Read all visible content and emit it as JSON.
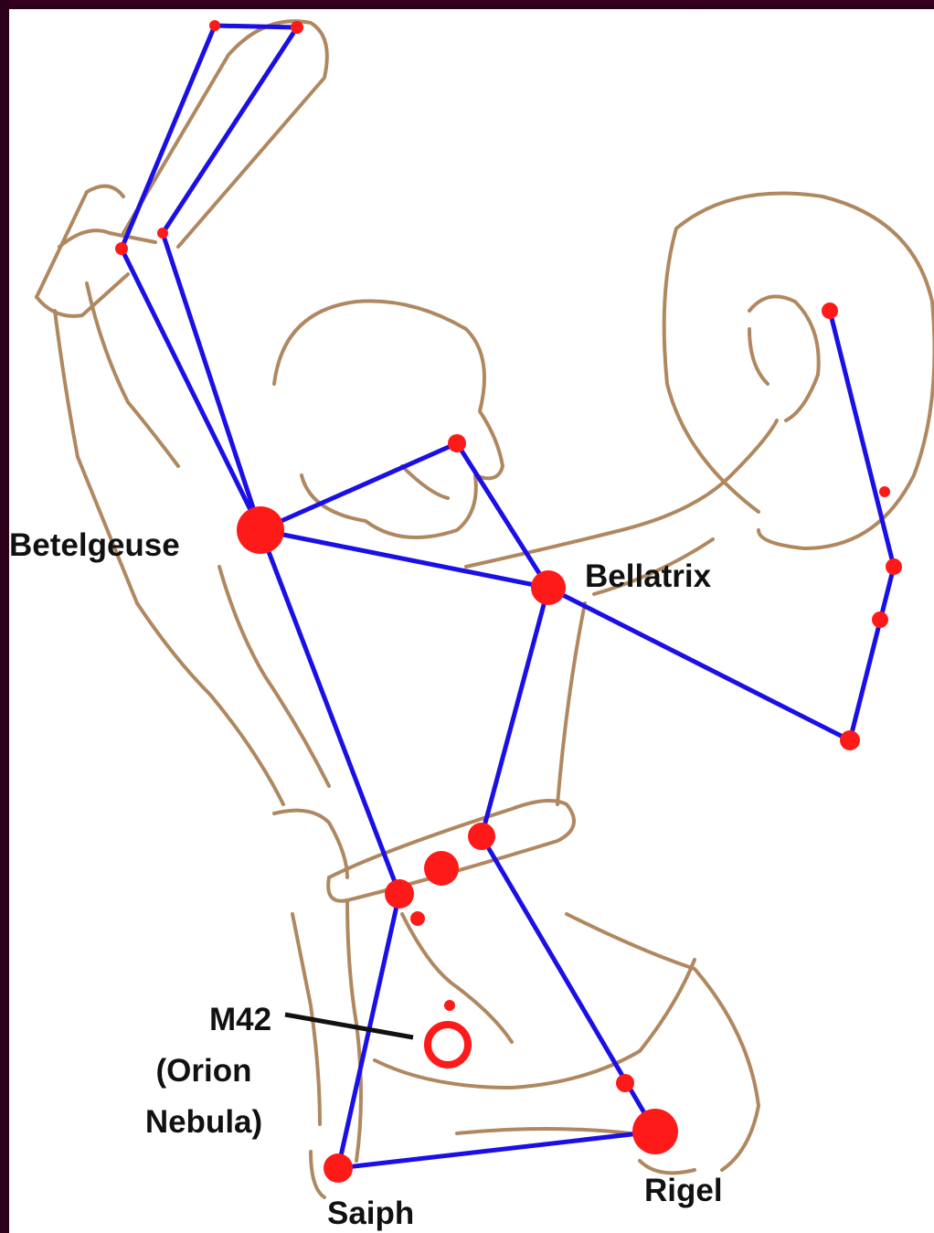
{
  "labels": {
    "betelgeuse": "Betelgeuse",
    "bellatrix": "Bellatrix",
    "m42_line1": "M42",
    "m42_line2": "(Orion",
    "m42_line3": "Nebula)",
    "saiph": "Saiph",
    "rigel": "Rigel"
  },
  "colors": {
    "background_frame": "#2b0018",
    "canvas": "#ffffff",
    "figure_outline": "#b08860",
    "constellation_line": "#1a10e6",
    "star": "#ff1a1a",
    "label_text": "#111111"
  }
}
